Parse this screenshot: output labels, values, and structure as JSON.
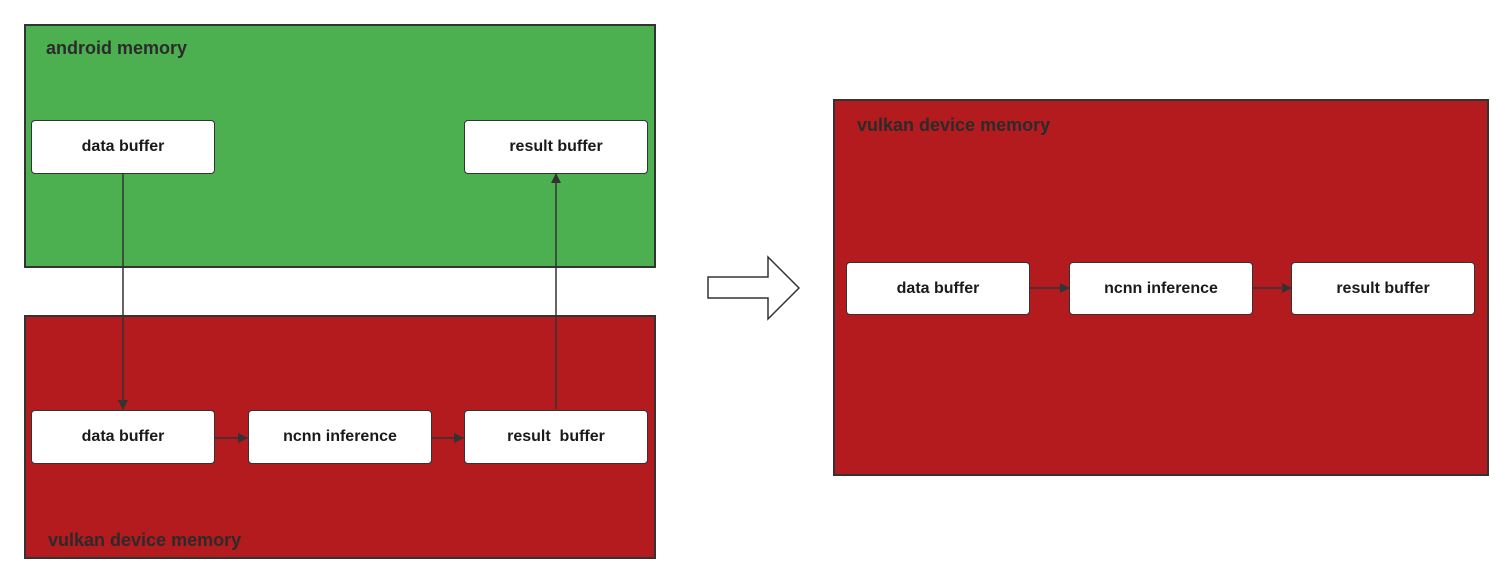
{
  "colors": {
    "android_memory": "#4caf50",
    "vulkan_memory": "#b31b1e",
    "node_fill": "#ffffff",
    "stroke": "#333333"
  },
  "left": {
    "android_memory": {
      "label": "android memory",
      "data_buffer": "data buffer",
      "result_buffer": "result buffer"
    },
    "vulkan_memory": {
      "label": "vulkan device memory",
      "data_buffer": "data buffer",
      "ncnn_inference": "ncnn inference",
      "result_buffer": "result  buffer"
    }
  },
  "right": {
    "vulkan_memory": {
      "label": "vulkan device memory",
      "data_buffer": "data buffer",
      "ncnn_inference": "ncnn inference",
      "result_buffer": "result buffer"
    }
  }
}
